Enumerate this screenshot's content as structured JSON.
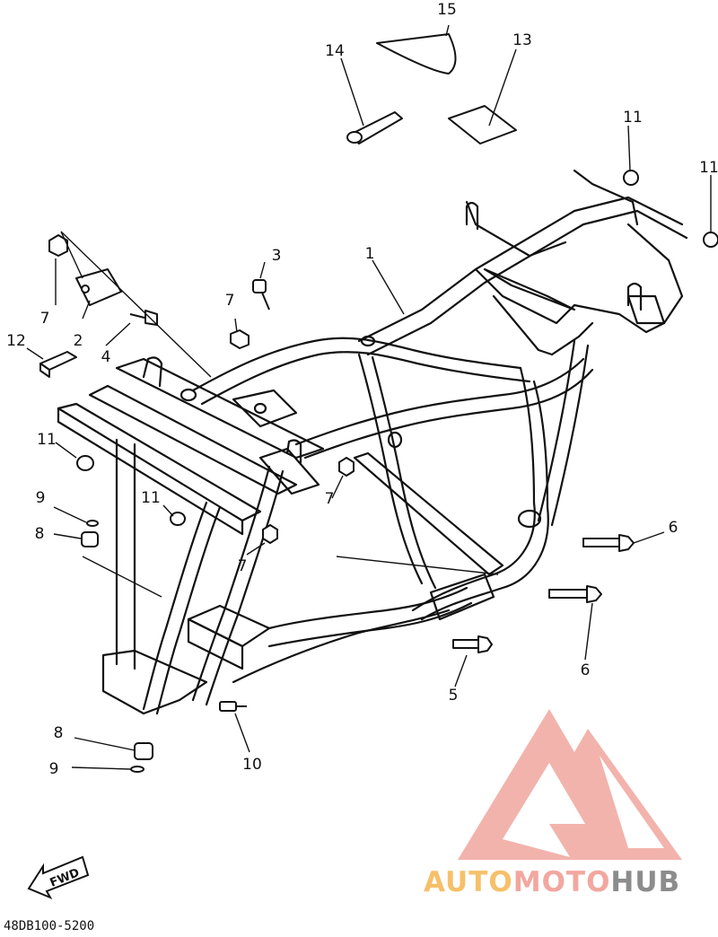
{
  "callouts": [
    {
      "id": "c15",
      "text": "15"
    },
    {
      "id": "c14",
      "text": "14"
    },
    {
      "id": "c13",
      "text": "13"
    },
    {
      "id": "c11a",
      "text": "11"
    },
    {
      "id": "c11b",
      "text": "11"
    },
    {
      "id": "c3",
      "text": "3"
    },
    {
      "id": "c1",
      "text": "1"
    },
    {
      "id": "c7a",
      "text": "7"
    },
    {
      "id": "c2",
      "text": "2"
    },
    {
      "id": "c7b",
      "text": "7"
    },
    {
      "id": "c4",
      "text": "4"
    },
    {
      "id": "c12",
      "text": "12"
    },
    {
      "id": "c11c",
      "text": "11"
    },
    {
      "id": "c9a",
      "text": "9"
    },
    {
      "id": "c8a",
      "text": "8"
    },
    {
      "id": "c11d",
      "text": "11"
    },
    {
      "id": "c7c",
      "text": "7"
    },
    {
      "id": "c7d",
      "text": "7"
    },
    {
      "id": "c6a",
      "text": "6"
    },
    {
      "id": "c6b",
      "text": "6"
    },
    {
      "id": "c5",
      "text": "5"
    },
    {
      "id": "c8b",
      "text": "8"
    },
    {
      "id": "c10",
      "text": "10"
    },
    {
      "id": "c9b",
      "text": "9"
    }
  ],
  "direction_label": "FWD",
  "drawing_code": "48DB100-5200",
  "watermark": {
    "part1": "AUTO",
    "part2": "MOTO",
    "part3": "HUB",
    "colors": {
      "auto": "#f6c06a",
      "moto": "#f2a79f",
      "hub": "#8c8c8c",
      "mark": "#f2b3ac"
    }
  }
}
